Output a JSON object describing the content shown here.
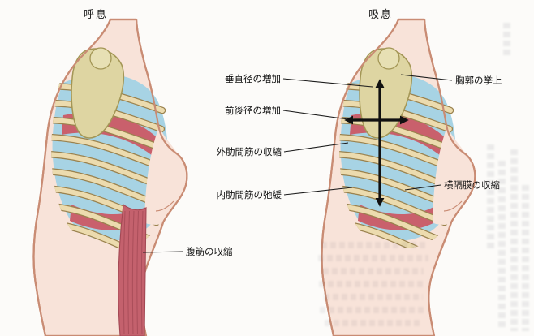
{
  "figure": {
    "titles": {
      "expiration": "呼息",
      "inspiration": "吸息"
    },
    "labels": {
      "vertical_diameter": "垂直径の増加",
      "ap_diameter": "前後径の増加",
      "external_intercostal_contraction": "外肋間筋の収縮",
      "internal_intercostal_relaxation": "内肋間筋の弛緩",
      "thorax_elevation": "胸郭の挙上",
      "diaphragm_contraction": "横隔膜の収縮",
      "abdominal_contraction": "腹筋の収縮"
    },
    "icons": {
      "vertical_arrow": "double-headed-vertical-arrow",
      "horizontal_arrow": "double-headed-horizontal-arrow"
    },
    "colors": {
      "skin": "#f8e3d9",
      "skin_outline": "#c98c74",
      "rib": "#ecdbae",
      "rib_outline": "#9a824e",
      "intercostal_blue": "#a7d3e4",
      "muscle_red": "#c9606c",
      "muscle_red_dark": "#9d4350",
      "bone": "#ded5a2",
      "bone_outline": "#a39655",
      "arrow": "#111111",
      "leader_line": "#1c1c1c"
    }
  }
}
